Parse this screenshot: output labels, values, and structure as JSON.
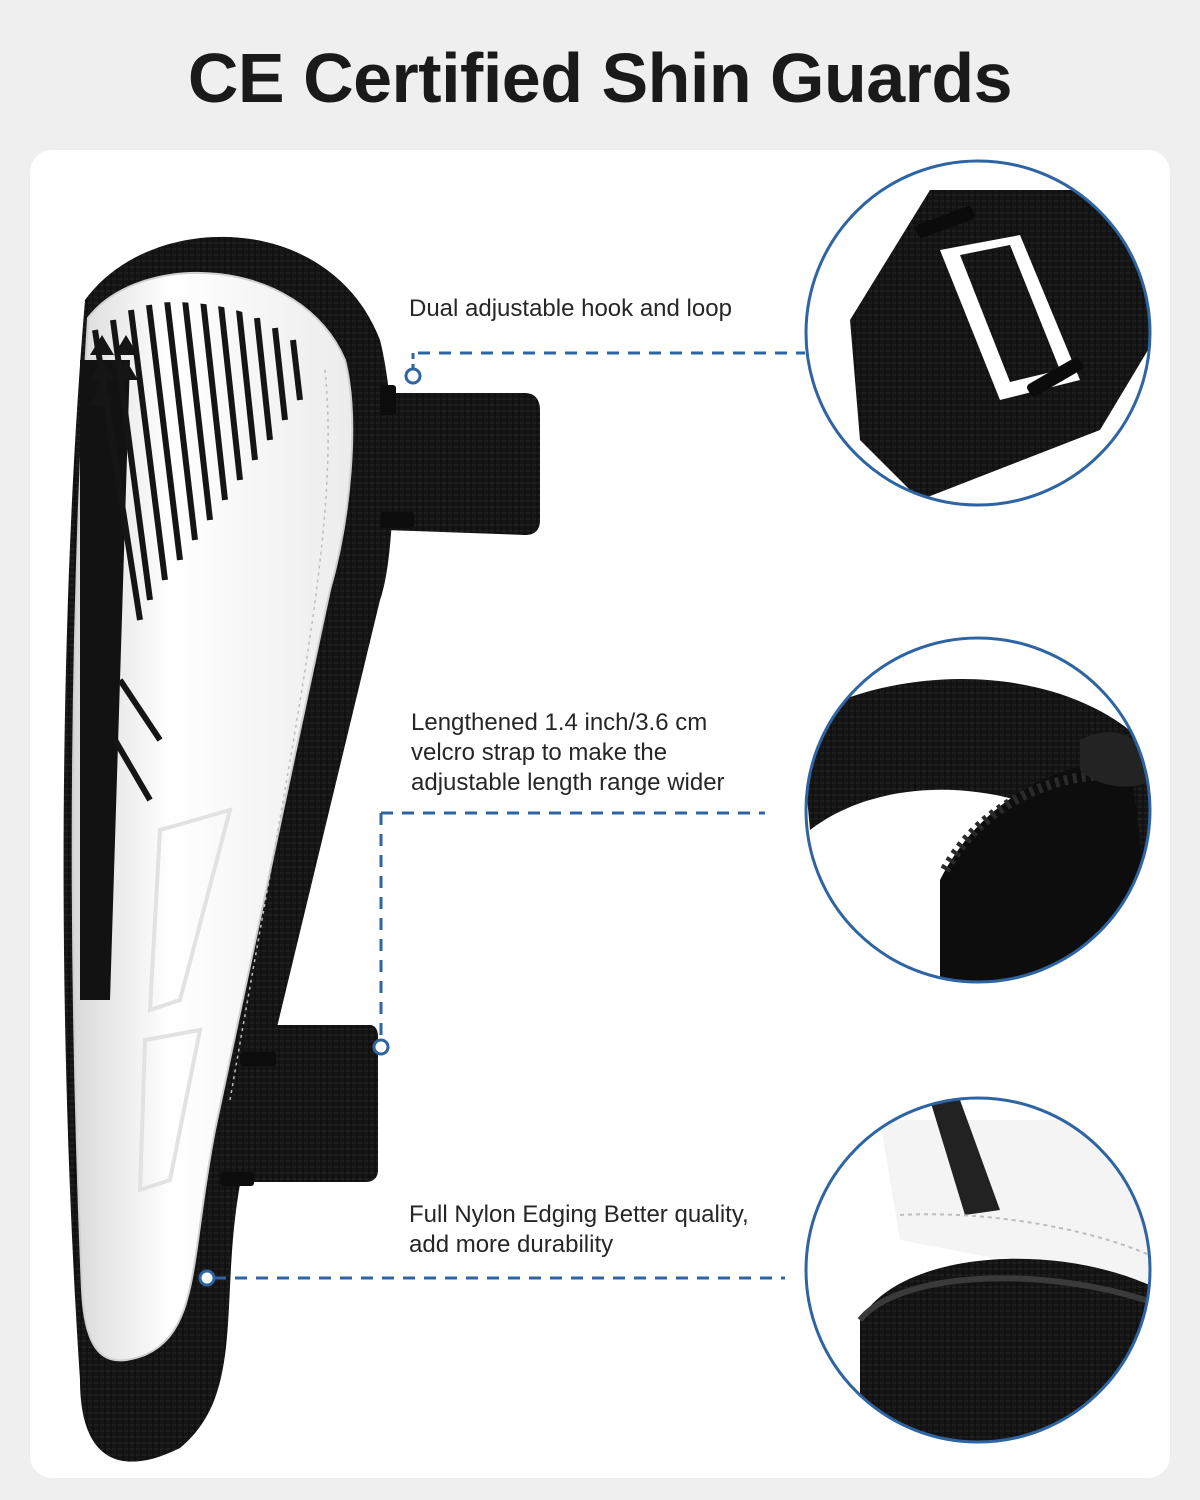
{
  "title": "CE Certified Shin Guards",
  "callouts": [
    {
      "lines": [
        "Dual adjustable hook and loop"
      ]
    },
    {
      "lines": [
        "Lengthened 1.4 inch/3.6 cm",
        "velcro strap to make the",
        "adjustable length range wider"
      ]
    },
    {
      "lines": [
        "Full Nylon Edging Better quality,",
        "add more durability"
      ]
    }
  ],
  "colors": {
    "accent": "#2f64a3",
    "background": "#efefef",
    "card": "#ffffff",
    "guard_black": "#111111"
  }
}
